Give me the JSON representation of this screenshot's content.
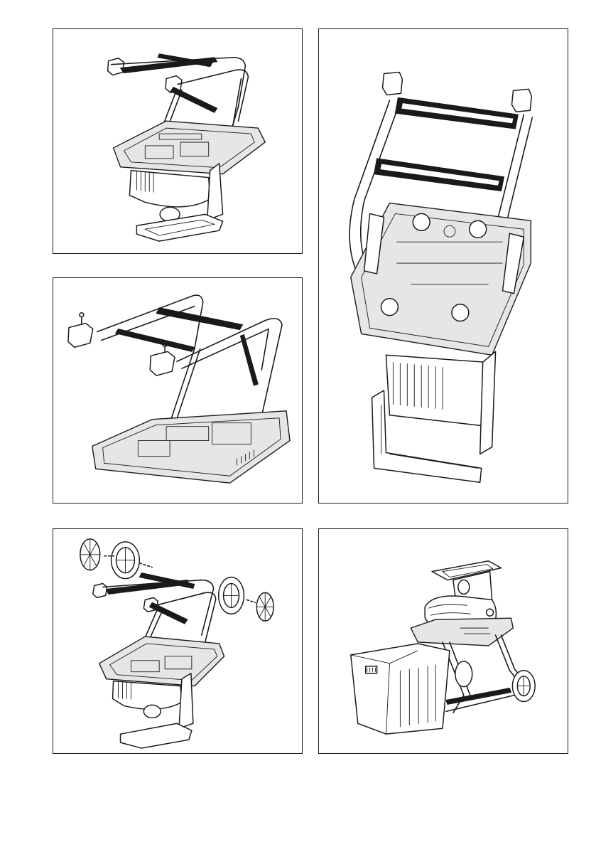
{
  "figures": [
    {
      "id": "figure-1",
      "icon": "frame-upside-down-illustration"
    },
    {
      "id": "figure-2",
      "icon": "frame-fitting-feet-screws-illustration"
    },
    {
      "id": "figure-3",
      "icon": "frame-mounted-on-motor-unit-illustration"
    },
    {
      "id": "figure-4",
      "icon": "wheels-fitting-illustration"
    },
    {
      "id": "figure-5",
      "icon": "assembled-shredder-with-bin-illustration"
    }
  ],
  "colors": {
    "line": "#1a1a1a",
    "fill": "#e6e6e6",
    "background": "#ffffff"
  }
}
